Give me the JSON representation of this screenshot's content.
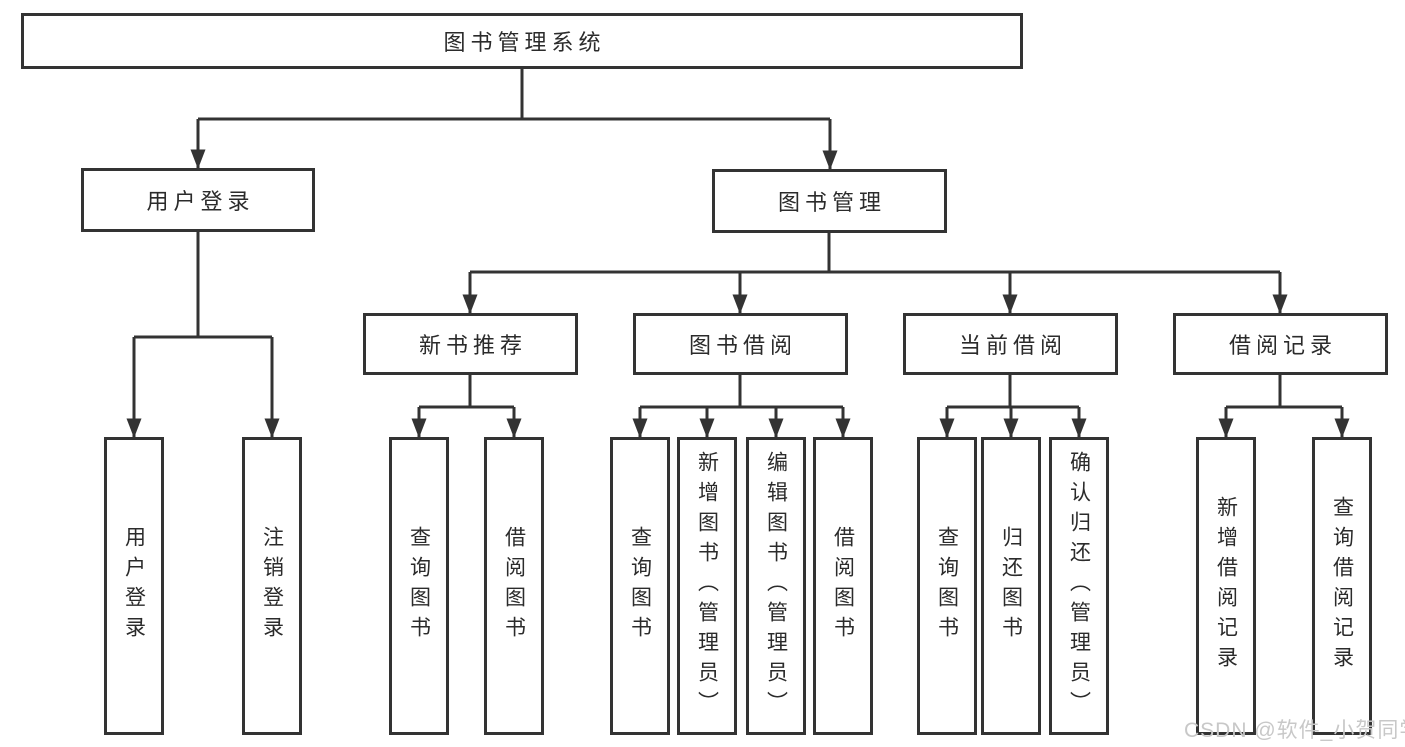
{
  "colors": {
    "line": "#333333",
    "text": "#2b2b2b",
    "box-fill": "#ffffff",
    "watermark": "#c8c8c8"
  },
  "tree": {
    "root": "图书管理系统",
    "children": [
      {
        "label": "用户登录",
        "children": [
          "用户登录",
          "注销登录"
        ]
      },
      {
        "label": "图书管理",
        "children": [
          {
            "label": "新书推荐",
            "children": [
              "查询图书",
              "借阅图书"
            ]
          },
          {
            "label": "图书借阅",
            "children": [
              "查询图书",
              "新增图书（管理员）",
              "编辑图书（管理员）",
              "借阅图书"
            ]
          },
          {
            "label": "当前借阅",
            "children": [
              "查询图书",
              "归还图书",
              "确认归还（管理员）"
            ]
          },
          {
            "label": "借阅记录",
            "children": [
              "新增借阅记录",
              "查询借阅记录"
            ]
          }
        ]
      }
    ]
  },
  "watermark": {
    "text": "CSDN @软件_小贺同学"
  }
}
